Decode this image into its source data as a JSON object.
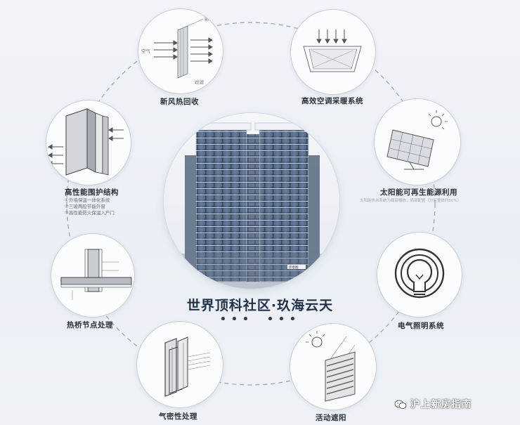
{
  "center": {
    "title": "世界顶科社区·玖海云天",
    "building_tag": "示意图"
  },
  "features": [
    {
      "key": "fresh_air",
      "label": "新风热回收",
      "diagram_labels": {
        "top": "新鲜",
        "left": "空气",
        "bottom": "过滤"
      }
    },
    {
      "key": "hvac",
      "label": "高效空调采暖系统"
    },
    {
      "key": "solar",
      "label": "太阳能可再生能源利用",
      "note": "太阳能热水系统为局部楼栋，局部配置（分区整体约50%）"
    },
    {
      "key": "lighting",
      "label": "电气照明系统"
    },
    {
      "key": "shading",
      "label": "活动遮阳"
    },
    {
      "key": "airtight",
      "label": "气密性处理"
    },
    {
      "key": "thermal_bridge",
      "label": "热桥节点处理"
    },
    {
      "key": "envelope",
      "label": "高性能围护结构",
      "items": [
        "①外墙保温一体化系统",
        "②三玻两腔节能外窗",
        "③高性能防火保温入户门"
      ]
    }
  ],
  "brand": {
    "name": "沪上新房指南",
    "icon": "wechat-icon"
  },
  "colors": {
    "background": "#eef2f6",
    "ring": "#9aa1ab",
    "title": "#22324a"
  }
}
